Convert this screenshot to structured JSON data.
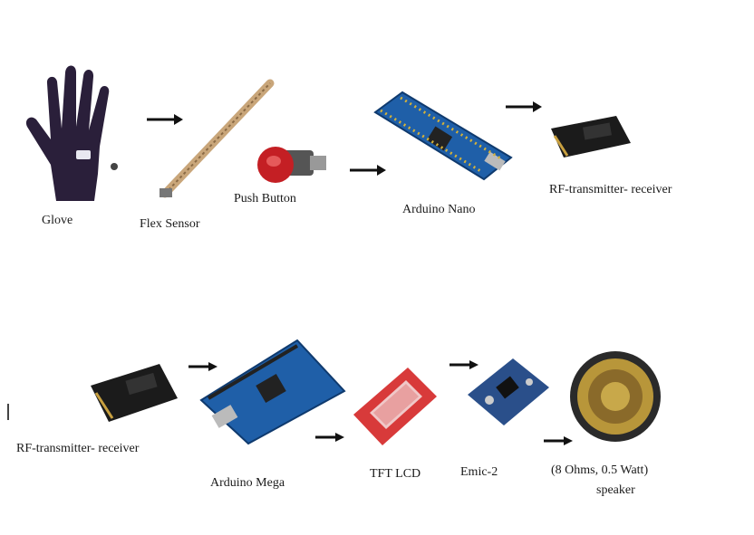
{
  "labels": {
    "glove": "Glove",
    "flex_sensor": "Flex Sensor",
    "push_button": "Push Button",
    "arduino_nano": "Arduino Nano",
    "rf_top": "RF-transmitter- receiver",
    "rf_bottom": "RF-transmitter- receiver",
    "arduino_mega": "Arduino Mega",
    "tft_lcd": "TFT LCD",
    "emic2": "Emic-2",
    "speaker_line1": "(8 Ohms, 0.5 Watt)",
    "speaker_line2": "speaker"
  },
  "colors": {
    "glove": "#2a1f3a",
    "arduino_blue": "#1f5fa8",
    "lcd_red": "#d83a3a",
    "button_red": "#c41f24",
    "rf_black": "#1b1b1b",
    "speaker_gold": "#b8963a"
  }
}
